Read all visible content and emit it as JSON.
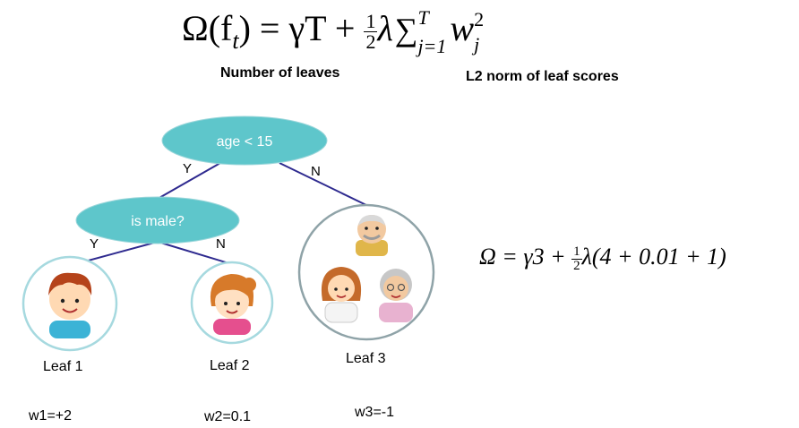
{
  "formula": {
    "lhs": "Ω(f",
    "lhs_sub": "t",
    "lhs_close": ") = γT + ",
    "frac_num": "1",
    "frac_den": "2",
    "lambda": "λ",
    "sum_symbol": "∑",
    "sum_upper": "T",
    "sum_lower": "j=1",
    "w": "w",
    "w_sup": "2",
    "w_sub": "j"
  },
  "captions": {
    "leaves": "Number of leaves",
    "l2": "L2 norm of leaf scores"
  },
  "tree": {
    "root": "age < 15",
    "root_yes": "Y",
    "root_no": "N",
    "inner": "is male?",
    "inner_yes": "Y",
    "inner_no": "N"
  },
  "leaves": [
    {
      "label": "Leaf 1",
      "weight": "w1=+2"
    },
    {
      "label": "Leaf 2",
      "weight": "w2=0.1"
    },
    {
      "label": "Leaf 3",
      "weight": "w3=-1"
    }
  ],
  "example": {
    "lhs": "Ω = γ3 + ",
    "frac_num": "1",
    "frac_den": "2",
    "rhs": "λ(4 + 0.01 + 1)"
  },
  "colors": {
    "node_fill": "#5ec6cb",
    "edge": "#2e2a8f",
    "leaf_ring": "#a6d9df",
    "leaf3_ring": "#8fa3a8"
  }
}
